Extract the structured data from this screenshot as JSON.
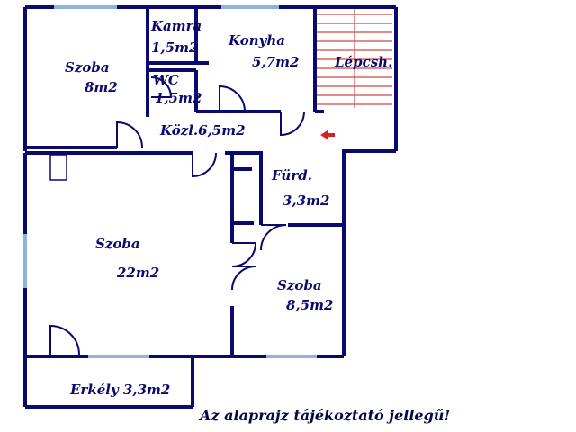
{
  "rooms": {
    "szoba_small": {
      "name": "Szoba",
      "area": "8m2"
    },
    "kamra": {
      "name": "Kamra",
      "area": "1,5m2"
    },
    "konyha": {
      "name": "Konyha",
      "area": "5,7m2"
    },
    "lepcsohaz": {
      "name": "Lépcsh."
    },
    "wc": {
      "name": "WC",
      "area": "1,5m2"
    },
    "kozlekedo": {
      "label": "Közl.6,5m2"
    },
    "furdo": {
      "name": "Fürd.",
      "area": "3,3m2"
    },
    "szoba_large": {
      "name": "Szoba",
      "area": "22m2"
    },
    "szoba_medium": {
      "name": "Szoba",
      "area": "8,5m2"
    },
    "erkely": {
      "label": "Erkély 3,3m2"
    }
  },
  "disclaimer": "Az alaprajz tájékoztató jellegű!",
  "colors": {
    "wall": "#0a0a6e",
    "window": "#8fb3d9",
    "stairs": "#d04848",
    "arrow": "#d42020"
  },
  "icons": {
    "entrance": "red-arrow-left-icon"
  }
}
